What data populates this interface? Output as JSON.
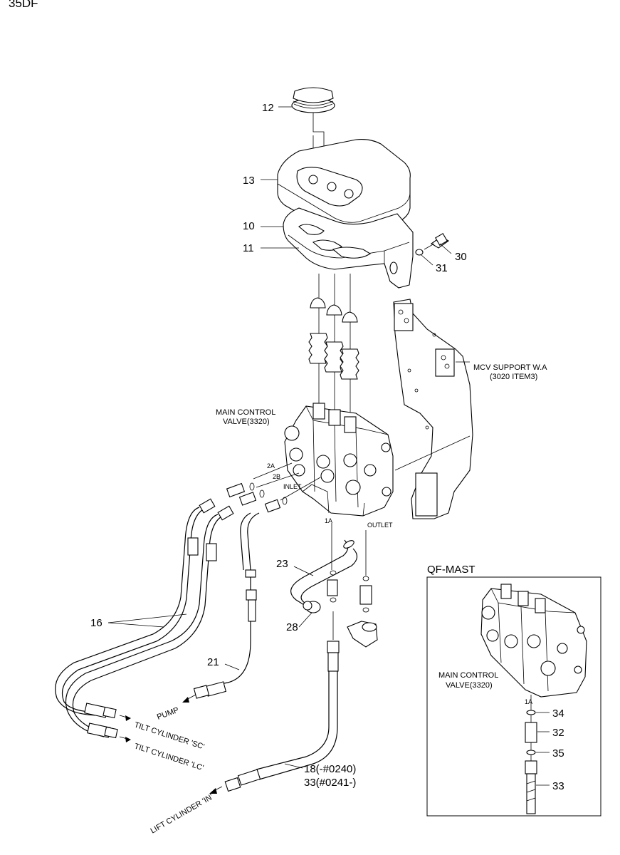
{
  "page_label": "35DF",
  "callouts": {
    "n12": "12",
    "n13": "13",
    "n10": "10",
    "n11": "11",
    "n30": "30",
    "n31": "31",
    "n23": "23",
    "n28": "28",
    "n16": "16",
    "n21": "21",
    "n18": "18(-#0240)",
    "n33_main": "33(#0241-)"
  },
  "labels": {
    "mcv_support_1": "MCV SUPPORT W.A",
    "mcv_support_2": "(3020 ITEM3)",
    "main_control_1": "MAIN CONTROL",
    "main_control_2": "VALVE(3320)",
    "port_2a": "2A",
    "port_2b": "2B",
    "inlet": "INLET",
    "port_1a": "1A",
    "outlet": "OUTLET",
    "pump": "PUMP",
    "tilt_sc": "TILT CYLINDER 'SC'",
    "tilt_lc": "TILT CYLINDER 'LC'",
    "lift_in": "LIFT CYLINDER 'IN'"
  },
  "inset": {
    "title": "QF-MAST",
    "main_control_1": "MAIN CONTROL",
    "main_control_2": "VALVE(3320)",
    "port_1a": "1A",
    "n34": "34",
    "n32": "32",
    "n35": "35",
    "n33": "33"
  }
}
